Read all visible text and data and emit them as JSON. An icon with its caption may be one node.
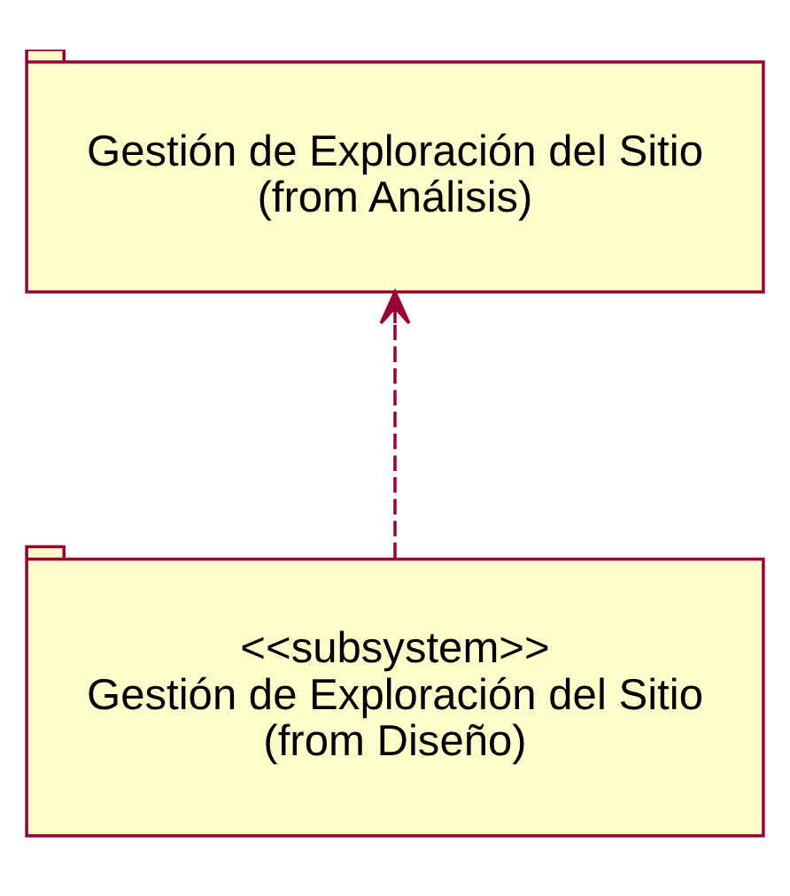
{
  "diagram": {
    "nodes": [
      {
        "text": [
          "Gestión de Exploración del Sitio",
          "(from Análisis)"
        ]
      },
      {
        "text": [
          "<<subsystem>>",
          "Gestión de Exploración del Sitio",
          "(from Diseño)"
        ]
      }
    ],
    "edges": [
      {
        "from": 1,
        "to": 0,
        "arrow": "to",
        "style": "dashed"
      }
    ]
  }
}
